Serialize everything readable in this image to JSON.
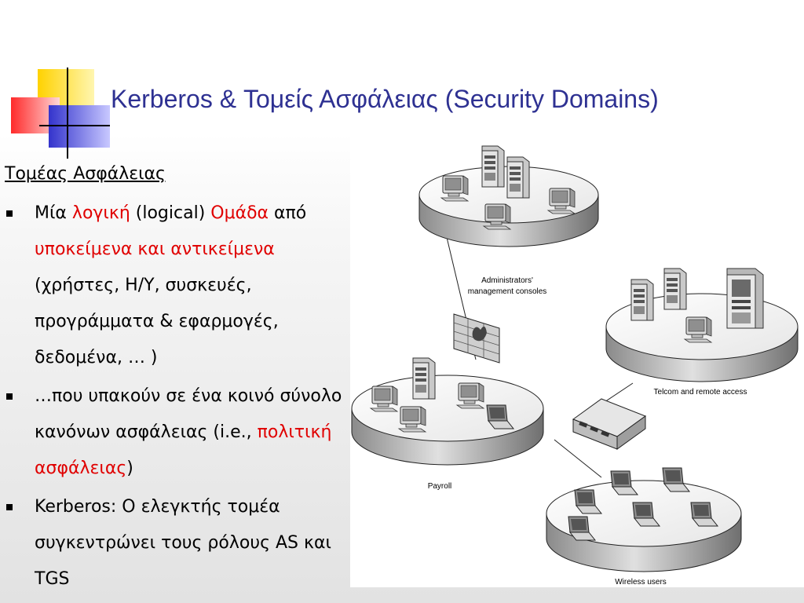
{
  "title": "Kerberos & Τομείς Ασφάλειας (Security Domains)",
  "content": {
    "heading": "Τομέας Ασφάλειας",
    "bullet1": {
      "p1": "Μία ",
      "p2": "λογική",
      "p3": " (logical) ",
      "p4": "Ομάδα",
      "p5": " από ",
      "p6": "υποκείμενα και αντικείμενα",
      "p7": " (χρήστες, Η/Υ, συσκευές, προγράμματα & εφαρμογές, δεδομένα, … )"
    },
    "bullet2": {
      "p1": "…που υπακούν σε ένα κοινό σύνολο κανόνων ασφάλειας (i.e., ",
      "p2": "πολιτική ασφάλειας",
      "p3": ")"
    },
    "bullet3": {
      "p1": "Kerberos: Ο ελεγκτής τομέα συγκεντρώνει τους ρόλους AS και TGS"
    }
  },
  "diagram": {
    "labels": {
      "admin_line1": "Administrators'",
      "admin_line2": "management consoles",
      "telcom": "Telcom and remote access",
      "payroll": "Payroll",
      "wireless": "Wireless users"
    }
  },
  "colors": {
    "title": "#2e3192",
    "highlight": "#e00000",
    "logo_yellow": "#ffd200",
    "logo_red": "#ff3b3b",
    "logo_blue": "#3d3dd6"
  }
}
